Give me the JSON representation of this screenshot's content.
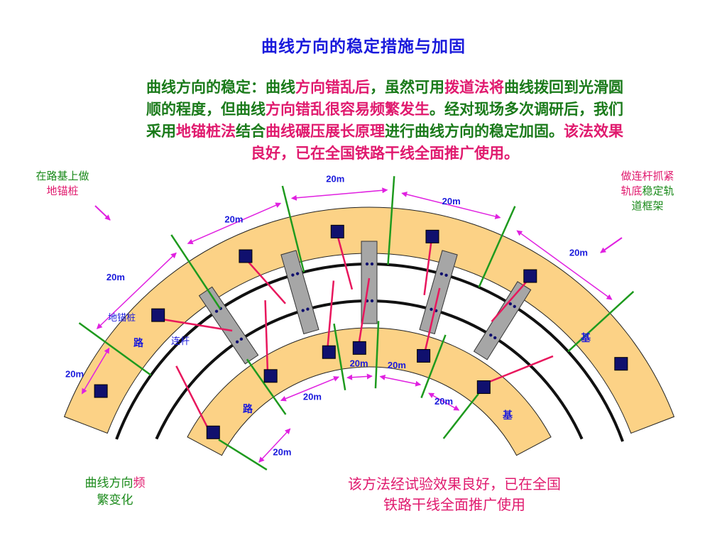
{
  "title": "曲线方向的稳定措施与加固",
  "description": {
    "lines": [
      [
        {
          "text": "曲线方向的稳定：曲线",
          "color": "green"
        },
        {
          "text": "方向错乱后",
          "color": "red"
        },
        {
          "text": "，虽然可用",
          "color": "green"
        },
        {
          "text": "拨道法将",
          "color": "red"
        },
        {
          "text": "曲线拨回到光滑圆",
          "color": "green"
        }
      ],
      [
        {
          "text": "顺的程度，但曲线",
          "color": "green"
        },
        {
          "text": "方向错乱很容易频繁发生",
          "color": "red"
        },
        {
          "text": "。经对现场多次调研后，我们",
          "color": "green"
        }
      ],
      [
        {
          "text": "采用",
          "color": "green"
        },
        {
          "text": "地锚桩法",
          "color": "red"
        },
        {
          "text": "结合",
          "color": "green"
        },
        {
          "text": "曲线碾压展长原理",
          "color": "red"
        },
        {
          "text": "进行曲线方向的稳定加固。",
          "color": "green"
        },
        {
          "text": "该法效果",
          "color": "red"
        }
      ],
      [
        {
          "text": "良好，已在全国铁路干线全面推广使用。",
          "color": "red"
        }
      ]
    ]
  },
  "notes": {
    "left_line1": "在路基上做",
    "left_line2": "地锚桩",
    "right_line1": "做连杆抓紧",
    "right_line2a": "轨底",
    "right_line2b": "稳定轨",
    "right_line3": "道框架",
    "bottom_left_line1a": "曲线方向",
    "bottom_left_line1b": "频",
    "bottom_left_line2": "繁变化"
  },
  "conclusion": {
    "line1": "该方法经试验效果良好，已在全国",
    "line2": "铁路干线全面推广使用"
  },
  "diagram": {
    "anchor_pile_label": "地锚桩",
    "tie_rod_label": "连杆",
    "road_char": "路",
    "base_char": "基",
    "spacing_label": "20m"
  },
  "colors": {
    "embankment": "#fcd286",
    "rail": "#111111",
    "sleeper": "#a6a6a6",
    "pile": "#10106e",
    "rod": "#e8175d",
    "stake": "#1e9a1e",
    "dimension": "#e020e0",
    "title": "#1a1adc",
    "green_text": "#1a7a1a",
    "red_text": "#e01a6e"
  }
}
